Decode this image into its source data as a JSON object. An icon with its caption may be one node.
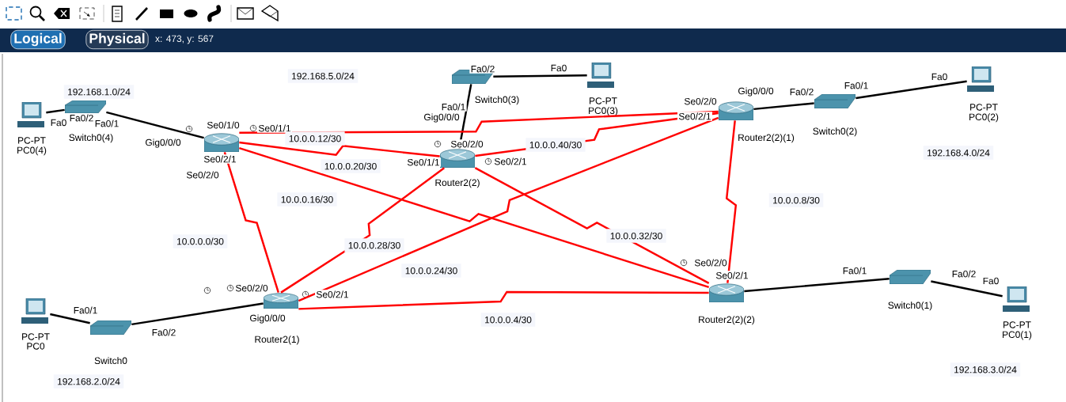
{
  "diagram": {
    "nodes": [
      {
        "text": [
          "PC-PT",
          "PC0(4)"
        ]
      },
      {
        "text": [
          "Switch0(4)"
        ]
      },
      {
        "text": [],
        "shape": "cylinder"
      },
      {
        "text": [
          "Switch0(3)"
        ]
      },
      {
        "text": [
          "PC-PT",
          "PC0(3)"
        ]
      },
      {
        "text": [
          "Router2(2)"
        ]
      },
      {
        "text": [
          "Router2(2)(1)"
        ]
      },
      {
        "text": [
          "Switch0(2)"
        ]
      },
      {
        "text": [
          "PC-PT",
          "PC0(2)"
        ]
      },
      {
        "text": [
          "PC-PT",
          "PC0"
        ]
      },
      {
        "text": [
          "Switch0"
        ]
      },
      {
        "text": [
          "Router2(1)"
        ]
      },
      {
        "text": [
          "Router2(2)(2)"
        ]
      },
      {
        "text": [
          "Switch0(1)"
        ]
      },
      {
        "text": [
          "PC-PT",
          "PC0(1)"
        ]
      }
    ],
    "edges": [
      {
        "from": 0,
        "to": 1,
        "arrow": "none"
      },
      {
        "from": 1,
        "to": 2,
        "arrow": "none"
      },
      {
        "from": 3,
        "to": 4,
        "arrow": "none"
      },
      {
        "from": 3,
        "to": 5,
        "arrow": "none"
      },
      {
        "from": 6,
        "to": 7,
        "arrow": "none"
      },
      {
        "from": 7,
        "to": 8,
        "arrow": "none"
      },
      {
        "from": 9,
        "to": 10,
        "arrow": "none"
      },
      {
        "from": 10,
        "to": 11,
        "arrow": "none"
      },
      {
        "from": 12,
        "to": 13,
        "arrow": "none"
      },
      {
        "from": 13,
        "to": 14,
        "arrow": "none"
      },
      {
        "from": 2,
        "to": 6,
        "arrow": "none",
        "color": "#ff0000"
      },
      {
        "from": 2,
        "to": 5,
        "arrow": "none",
        "color": "#ff0000"
      },
      {
        "from": 2,
        "to": 12,
        "arrow": "none",
        "color": "#ff0000"
      },
      {
        "from": 2,
        "to": 11,
        "arrow": "none",
        "color": "#ff0000"
      },
      {
        "from": 5,
        "to": 6,
        "arrow": "none",
        "color": "#ff0000"
      },
      {
        "from": 5,
        "to": 11,
        "arrow": "none",
        "color": "#ff0000"
      },
      {
        "from": 5,
        "to": 12,
        "arrow": "none",
        "color": "#ff0000"
      },
      {
        "from": 6,
        "to": 11,
        "arrow": "none",
        "color": "#ff0000"
      },
      {
        "from": 6,
        "to": 12,
        "arrow": "none",
        "color": "#ff0000"
      },
      {
        "from": 11,
        "to": 12,
        "arrow": "none",
        "color": "#ff0000"
      }
    ],
    "labels": [
      "Logical",
      "Physical",
      "x: 473, y: 567",
      "192.168.1.0/24",
      "192.168.5.0/24",
      "Fa0",
      "Fa0/2",
      "Fa0/1",
      "Gig0/0/0",
      "Se0/1/0",
      "Se0/1/1",
      "10.0.0.12/30",
      "Se0/2/1",
      "Se0/2/0",
      "Fa0/2",
      "Fa0",
      "Fa0/1",
      "Gig0/0/0",
      "Se0/2/0",
      "Se0/1/1",
      "Se0/2/1",
      "10.0.0.20/30",
      "10.0.0.40/30",
      "Se0/2/0",
      "Gig0/0/0",
      "Fa0/2",
      "Se0/2/1",
      "Fa0/1",
      "Fa0",
      "192.168.4.0/24",
      "10.0.0.16/30",
      "10.0.0.8/30",
      "10.0.0.0/30",
      "10.0.0.32/30",
      "10.0.0.28/30",
      "10.0.0.24/30",
      "Se0/2/0",
      "Se0/2/1",
      "Fa0/1",
      "Fa0/2",
      "Se0/2/0",
      "Se0/2/1",
      "Fa0",
      "Fa0/1",
      "Gig0/0/0",
      "Fa0/2",
      "10.0.0.4/30",
      "192.168.2.0/24",
      "192.168.3.0/24"
    ]
  }
}
